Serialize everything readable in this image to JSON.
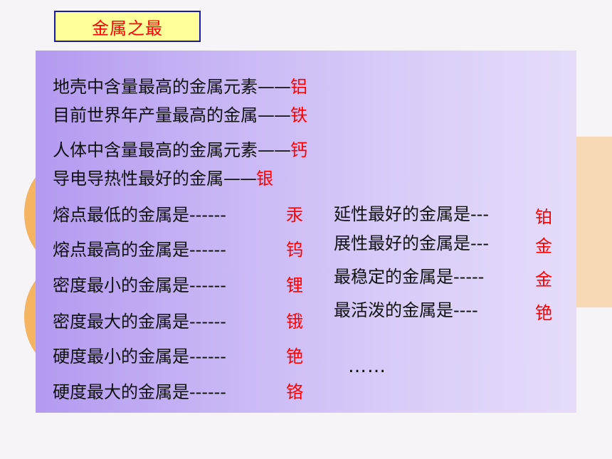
{
  "title": "金属之最",
  "top_facts": [
    {
      "text": "地壳中含量最高的金属元素",
      "dash": "——",
      "answer": "铝"
    },
    {
      "text": "目前世界年产量最高的金属",
      "dash": "——",
      "answer": "铁"
    },
    {
      "text": "人体中含量最高的金属元素",
      "dash": "——",
      "answer": "钙"
    },
    {
      "text": "导电导热性最好的金属",
      "dash": "——",
      "answer": "银"
    }
  ],
  "left_facts": [
    {
      "text": "熔点最低的金属是------",
      "answer": "汞"
    },
    {
      "text": "熔点最高的金属是------",
      "answer": "钨"
    },
    {
      "text": "密度最小的金属是------",
      "answer": "锂"
    },
    {
      "text": "密度最大的金属是------",
      "answer": "锇"
    },
    {
      "text": "硬度最小的金属是------",
      "answer": "铯"
    },
    {
      "text": "硬度最大的金属是------",
      "answer": "铬"
    }
  ],
  "right_facts": [
    {
      "text": "延性最好的金属是---",
      "answer": "铂"
    },
    {
      "text": "展性最好的金属是---",
      "answer": "金"
    },
    {
      "text": "最稳定的金属是-----",
      "answer": "金"
    },
    {
      "text": "最活泼的金属是----",
      "answer": "铯"
    }
  ],
  "ellipsis": "……",
  "colors": {
    "answer": "#ff0000",
    "title_bg": "#ffff99",
    "title_border": "#1a1aa6"
  }
}
